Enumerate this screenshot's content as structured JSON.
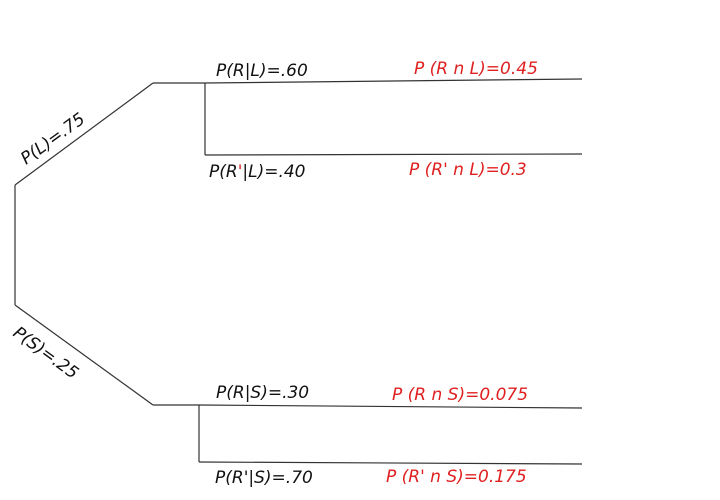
{
  "branch_probs": {
    "p_l": "P(L)=.75",
    "p_s": "P(S)=.25",
    "p_r_given_l": "P(R|L)=.60",
    "p_r_given_s": "P(R|S)=.30",
    "p_rprime_given_l": {
      "pre": "P(R",
      "mark": "'",
      "post": "|L)=.40"
    },
    "p_rprime_given_s": {
      "pre": "P(R",
      "mark": "'",
      "post": "|S)=.70"
    }
  },
  "joint_probs": {
    "r_and_l": "P (R n L)=0.45",
    "rprime_and_l": "P (R' n L)=0.3",
    "r_and_s": "P (R n S)=0.075",
    "rprime_and_s": "P (R' n S)=0.175"
  },
  "colors": {
    "line": "#333333",
    "label": "#111111",
    "accent": "#e02020"
  }
}
